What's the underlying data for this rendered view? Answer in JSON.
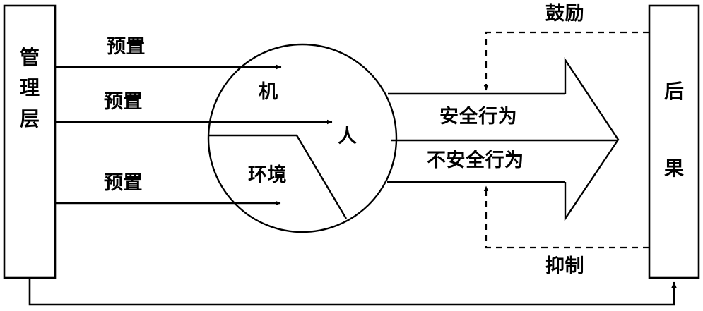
{
  "diagram": {
    "title_text": "",
    "stroke_color": "#000000",
    "background_color": "#ffffff",
    "left_box": {
      "label": "管\n理\n层",
      "chars": [
        "管",
        "理",
        "层"
      ]
    },
    "right_box": {
      "label": "后\n果",
      "chars": [
        "后",
        "果"
      ]
    },
    "preset_arrows": [
      {
        "label": "预置",
        "target": "机"
      },
      {
        "label": "预置",
        "target": "人"
      },
      {
        "label": "预置",
        "target": "环境"
      }
    ],
    "circle_sectors": [
      {
        "label": "机"
      },
      {
        "label": "人"
      },
      {
        "label": "环境"
      }
    ],
    "behavior_labels": [
      {
        "label": "安全行为"
      },
      {
        "label": "不安全行为"
      }
    ],
    "feedback_loops": [
      {
        "label": "鼓励",
        "style": "dashed",
        "direction": "down"
      },
      {
        "label": "抑制",
        "style": "dashed",
        "direction": "up"
      }
    ],
    "bottom_feedback": {
      "label": "",
      "style": "solid"
    }
  }
}
